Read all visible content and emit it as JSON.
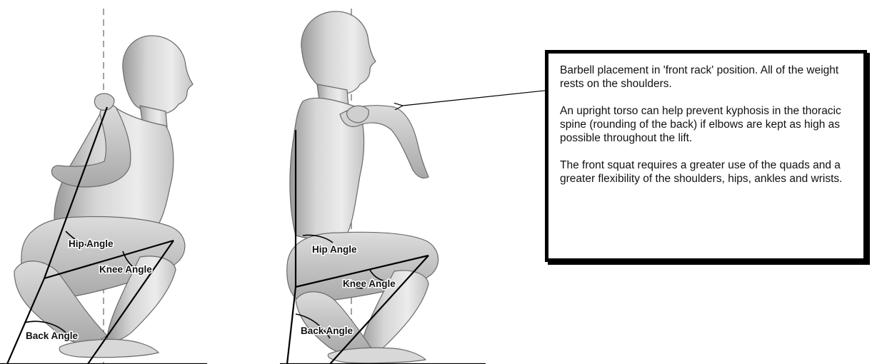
{
  "colors": {
    "skin_fill": "#e4e4e4",
    "skin_shadow": "#b8b8b8",
    "line": "#000000",
    "dashed_line": "#7a7a7a",
    "background": "#ffffff"
  },
  "left_figure": {
    "labels": {
      "hip_angle": "Hip Angle",
      "knee_angle": "Knee Angle",
      "back_angle": "Back Angle"
    }
  },
  "right_figure": {
    "labels": {
      "hip_angle": "Hip Angle",
      "knee_angle": "Knee Angle",
      "back_angle": "Back Angle"
    }
  },
  "note": {
    "paragraphs": [
      "Barbell placement in 'front rack' position. All of the weight rests on the shoulders.",
      "An upright torso can help prevent kyphosis in the thoracic spine (rounding of the back) if elbows are kept as high as possible throughout the lift.",
      "The front squat requires a greater use of the quads and a greater flexibility of the shoulders, hips, ankles and wrists."
    ]
  }
}
